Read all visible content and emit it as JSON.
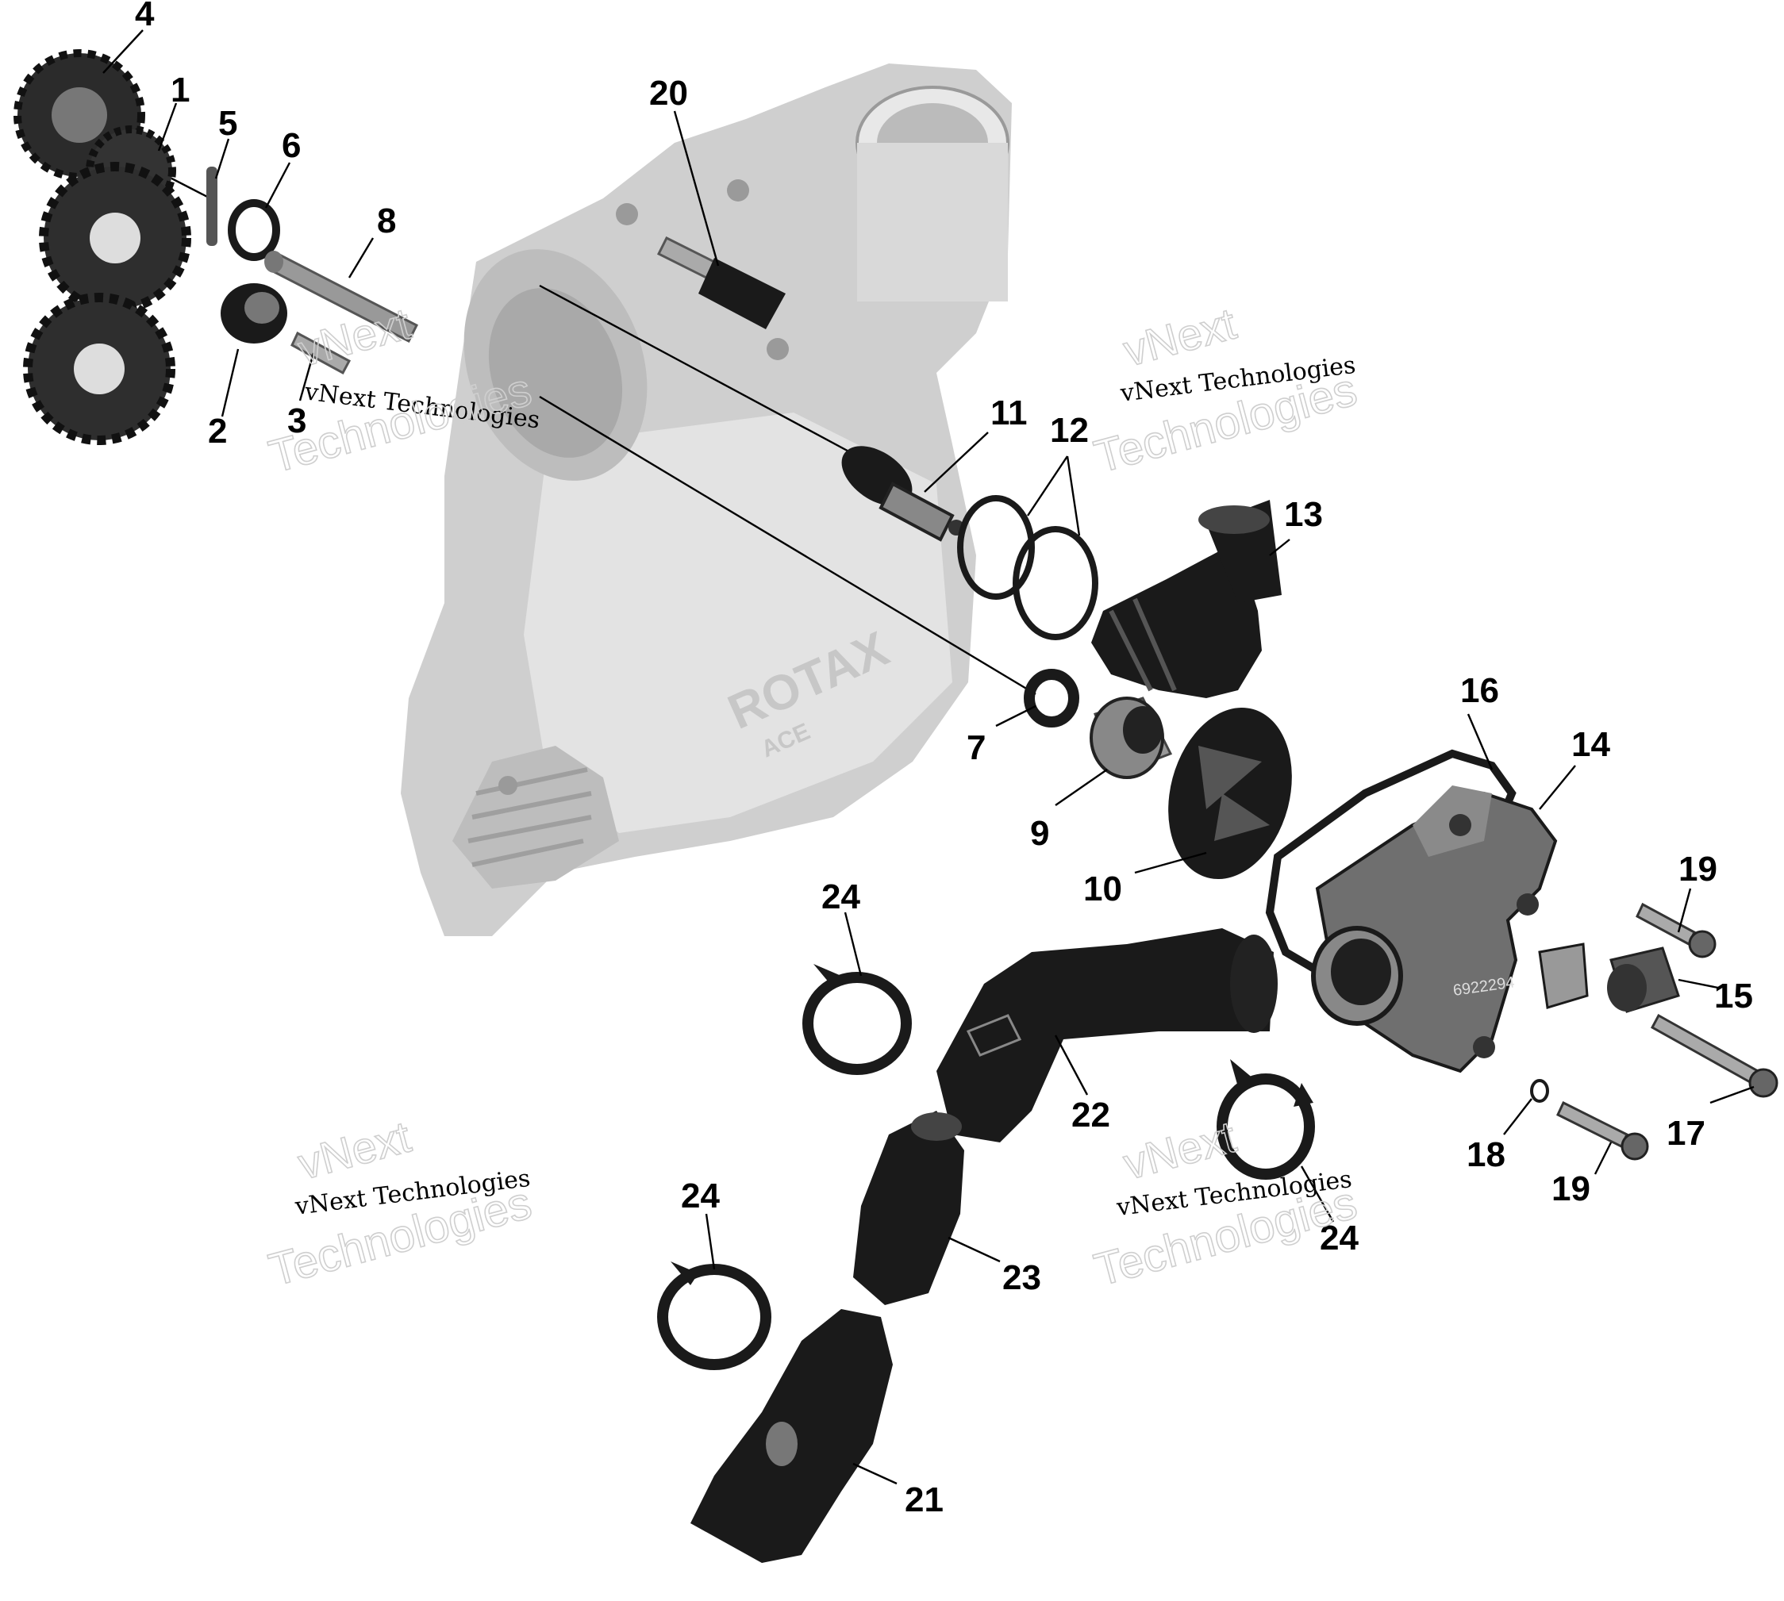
{
  "callouts": [
    {
      "id": "c1",
      "text": "1"
    },
    {
      "id": "c2",
      "text": "2"
    },
    {
      "id": "c3",
      "text": "3"
    },
    {
      "id": "c4",
      "text": "4"
    },
    {
      "id": "c5",
      "text": "5"
    },
    {
      "id": "c6",
      "text": "6"
    },
    {
      "id": "c7",
      "text": "7"
    },
    {
      "id": "c8",
      "text": "8"
    },
    {
      "id": "c9",
      "text": "9"
    },
    {
      "id": "c10",
      "text": "10"
    },
    {
      "id": "c11",
      "text": "11"
    },
    {
      "id": "c12",
      "text": "12"
    },
    {
      "id": "c13",
      "text": "13"
    },
    {
      "id": "c14",
      "text": "14"
    },
    {
      "id": "c15",
      "text": "15"
    },
    {
      "id": "c16",
      "text": "16"
    },
    {
      "id": "c17",
      "text": "17"
    },
    {
      "id": "c18",
      "text": "18"
    },
    {
      "id": "c19a",
      "text": "19"
    },
    {
      "id": "c19b",
      "text": "19"
    },
    {
      "id": "c20",
      "text": "20"
    },
    {
      "id": "c21",
      "text": "21"
    },
    {
      "id": "c22",
      "text": "22"
    },
    {
      "id": "c23",
      "text": "23"
    },
    {
      "id": "c24a",
      "text": "24"
    },
    {
      "id": "c24b",
      "text": "24"
    },
    {
      "id": "c24c",
      "text": "24"
    }
  ],
  "watermark": {
    "brand": "vNext",
    "company": "vNext Technologies",
    "word": "Technologies"
  },
  "part_markings": {
    "cover_logo": "ROTAX",
    "cover_sub": "ACE",
    "pump_number": "6922294"
  },
  "colors": {
    "part_dark": "#1a1a1a",
    "part_light": "#cfcfcf",
    "watermark_outline": "#cfcfcf"
  }
}
